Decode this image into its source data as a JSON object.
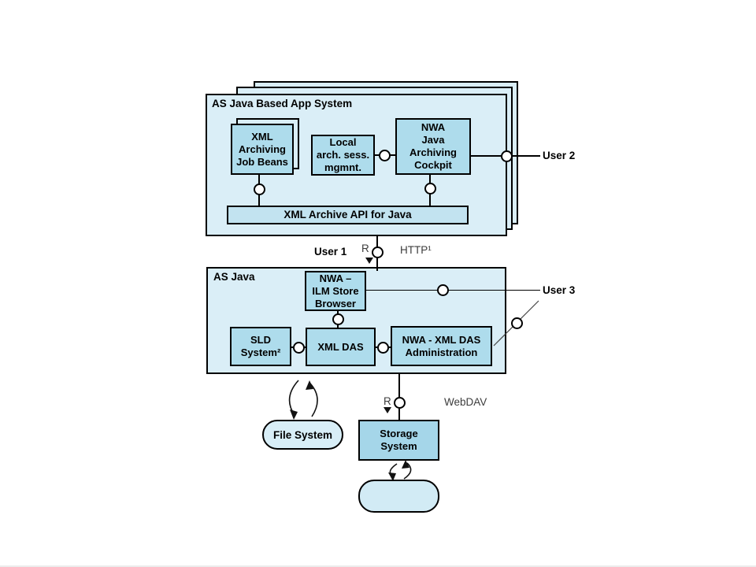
{
  "colors": {
    "container_fill": "#daeef7",
    "box_fill": "#aedcec",
    "api_fill": "#c2e3f0",
    "storage_fill": "#a5d6e9",
    "pill_fill": "#d8eef7",
    "bottom_pill_fill": "#d2ebf5",
    "border": "#000000",
    "muted_text": "#3c3c3c"
  },
  "app_system": {
    "title": "AS Java Based App System",
    "job_beans": "XML\nArchiving\nJob Beans",
    "local_sess": "Local\narch. sess.\nmgmnt.",
    "cockpit": "NWA\nJava\nArchiving\nCockpit",
    "api_bar": "XML Archive API for Java"
  },
  "as_java": {
    "title": "AS Java",
    "ilm_browser": "NWA –\nILM Store\nBrowser",
    "sld": "SLD\nSystem²",
    "xml_das": "XML DAS",
    "das_admin": "NWA - XML DAS\nAdministration"
  },
  "storage_layer": {
    "file_system": "File System",
    "storage_system": "Storage\nSystem"
  },
  "labels": {
    "user1": "User 1",
    "user2": "User 2",
    "user3": "User 3",
    "r_http": "R",
    "http": "HTTP¹",
    "r_webdav": "R",
    "webdav": "WebDAV"
  }
}
